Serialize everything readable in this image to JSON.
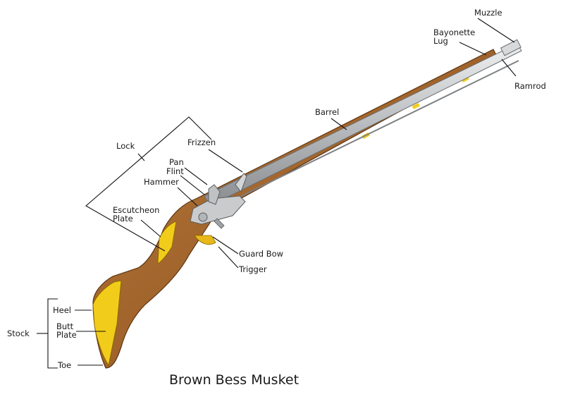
{
  "title": "Brown Bess Musket",
  "labels": {
    "muzzle": "Muzzle",
    "bayonette_lug_1": "Bayonette",
    "bayonette_lug_2": "Lug",
    "ramrod": "Ramrod",
    "barrel": "Barrel",
    "lock": "Lock",
    "frizzen": "Frizzen",
    "pan": "Pan",
    "flint": "Flint",
    "hammer": "Hammer",
    "escutcheon_1": "Escutcheon",
    "escutcheon_2": "Plate",
    "guard_bow": "Guard Bow",
    "trigger": "Trigger",
    "heel": "Heel",
    "butt_plate_1": "Butt",
    "butt_plate_2": "Plate",
    "stock": "Stock",
    "toe": "Toe"
  },
  "colors": {
    "wood": "#a8682e",
    "wood_dark": "#7a4819",
    "brass": "#f2cc1a",
    "steel": "#c9cbcd",
    "steel_dark": "#8a8d90"
  }
}
